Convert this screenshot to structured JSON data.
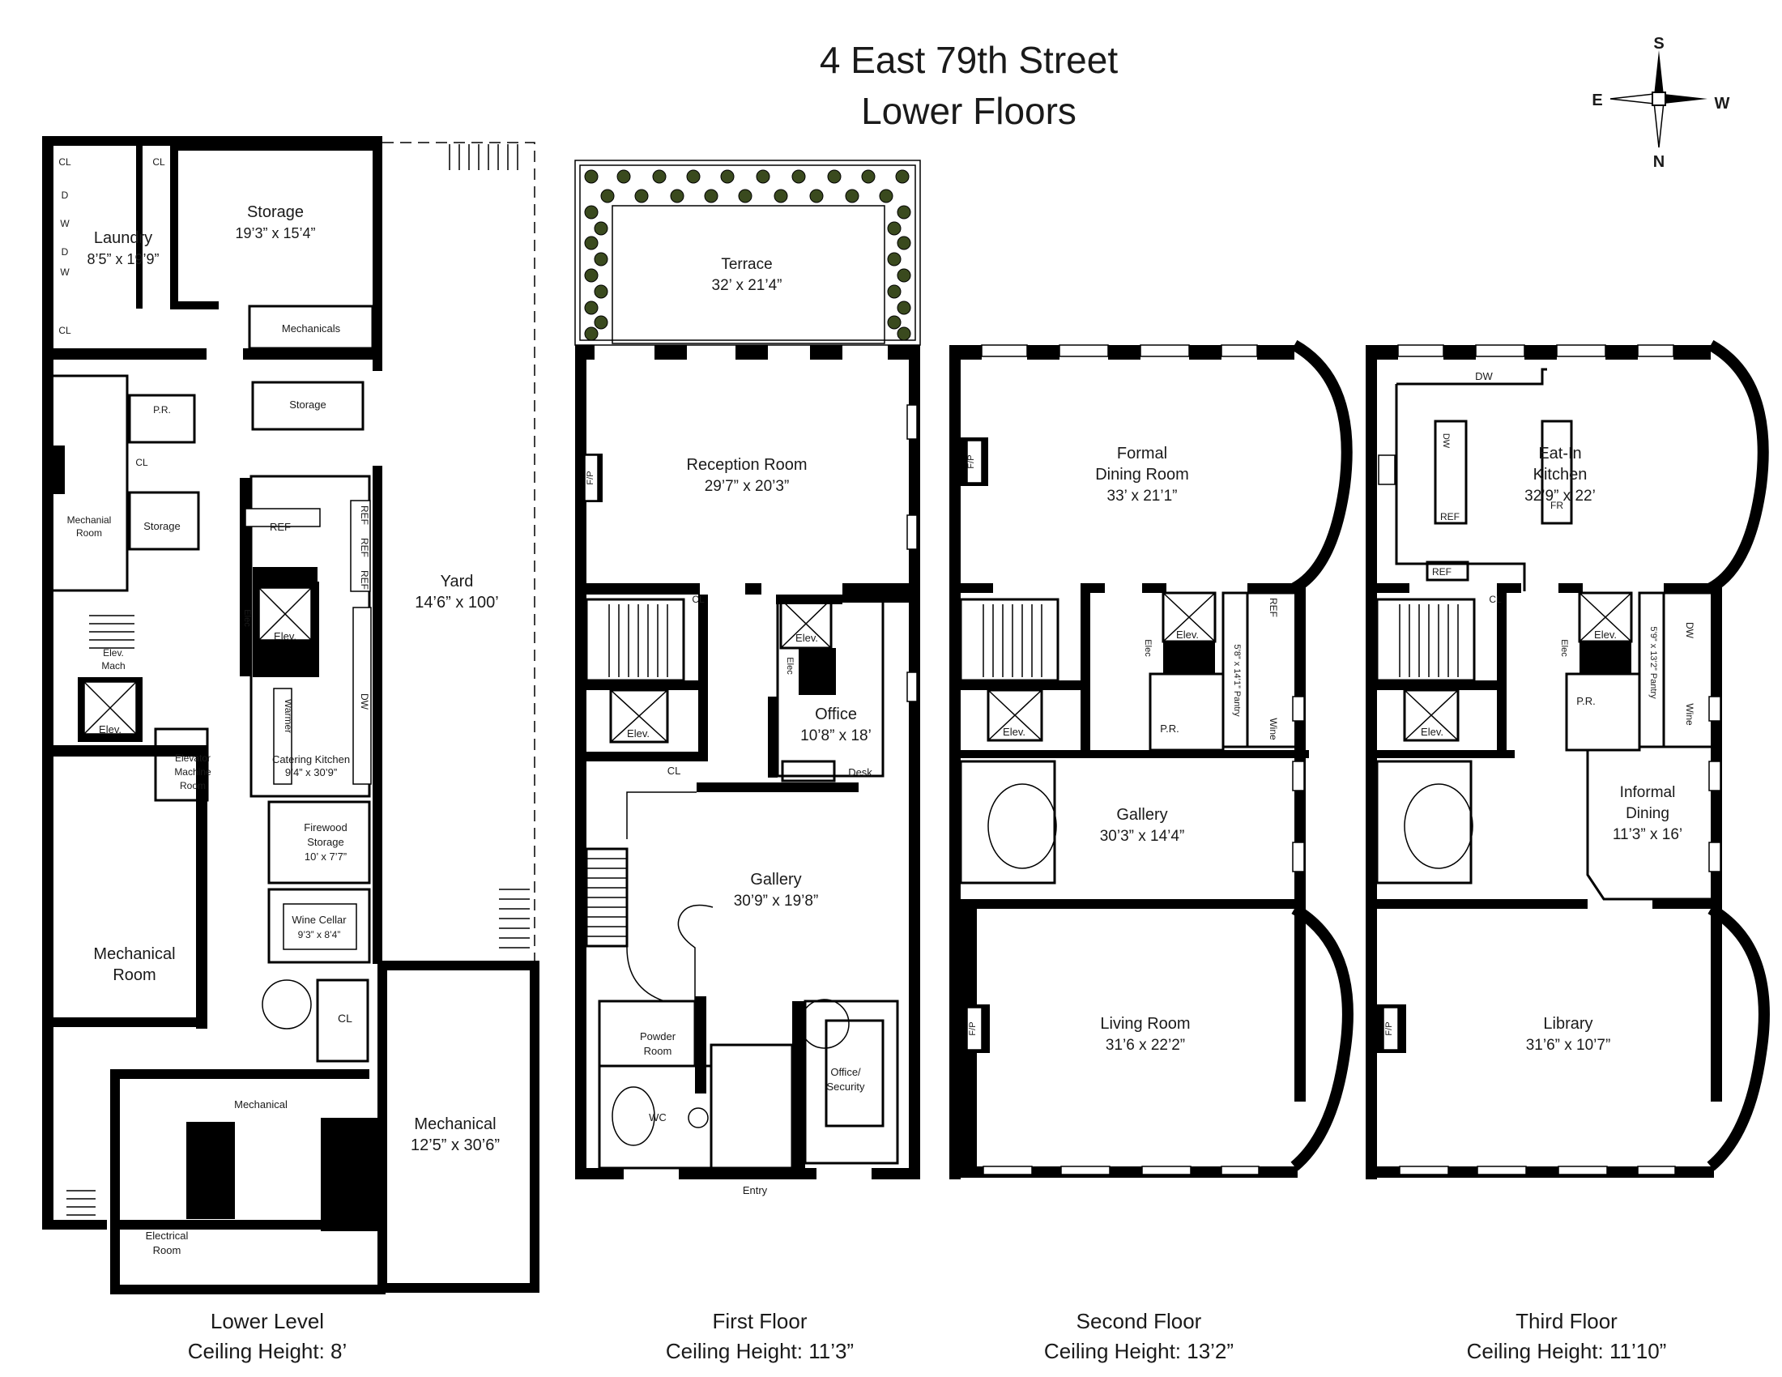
{
  "header": {
    "title_line1": "4 East 79th Street",
    "title_line2": "Lower Floors"
  },
  "compass": {
    "n": "N",
    "s": "S",
    "e": "E",
    "w": "W"
  },
  "lower": {
    "caption": "Lower Level",
    "ceiling": "Ceiling Height: 8’",
    "laundry": "Laundry",
    "laundry_dim": "8’5” x 19’9”",
    "storage": "Storage",
    "storage_dim": "19’3” x 15’4”",
    "mechanicals": "Mechanicals",
    "storage2": "Storage",
    "pr": "P.R.",
    "cl": "CL",
    "mech_room_small_1": "Mechanial",
    "mech_room_small_2": "Room",
    "storage3": "Storage",
    "ref": "REF",
    "elec": "Elec",
    "elev": "Elev.",
    "elev_mach_1": "Elev.",
    "elev_mach_2": "Mach",
    "elevator_machine_1": "Elevator",
    "elevator_machine_2": "Machine",
    "elevator_machine_3": "Room",
    "warmer": "Warmer",
    "dw": "DW",
    "catering": "Catering Kitchen",
    "catering_dim": "9’4” x 30’9”",
    "firewood_1": "Firewood",
    "firewood_2": "Storage",
    "firewood_dim": "10’ x 7’7”",
    "wine_cellar": "Wine Cellar",
    "wine_dim": "9’3” x 8’4”",
    "mech_room_1": "Mechanical",
    "mech_room_2": "Room",
    "mechanical_small": "Mechanical",
    "electrical_1": "Electrical",
    "electrical_2": "Room",
    "yard": "Yard",
    "yard_dim": "14’6” x 100’",
    "mechanical_big": "Mechanical",
    "mechanical_big_dim": "12’5” x 30’6”",
    "w": "W",
    "d": "D"
  },
  "first": {
    "caption": "First Floor",
    "ceiling": "Ceiling Height: 11’3”",
    "terrace": "Terrace",
    "terrace_dim": "32’ x 21’4”",
    "reception": "Reception Room",
    "reception_dim": "29’7” x 20’3”",
    "fp": "F/P",
    "cl": "CL",
    "elev": "Elev.",
    "elec": "Elec",
    "office": "Office",
    "office_dim": "10’8” x 18’",
    "desk": "Desk",
    "gallery": "Gallery",
    "gallery_dim": "30’9” x 19’8”",
    "powder_1": "Powder",
    "powder_2": "Room",
    "wc": "WC",
    "office_sec_1": "Office/",
    "office_sec_2": "Security",
    "entry": "Entry"
  },
  "second": {
    "caption": "Second Floor",
    "ceiling": "Ceiling Height: 13’2”",
    "dining_1": "Formal",
    "dining_2": "Dining Room",
    "dining_dim": "33’ x 21’1”",
    "fp": "F/P",
    "elev": "Elev.",
    "elec": "Elec",
    "ref": "REF",
    "pantry": "5’8” x 14’1” Pantry",
    "wine": "Wine",
    "pr": "P.R.",
    "gallery": "Gallery",
    "gallery_dim": "30’3” x 14’4”",
    "living": "Living Room",
    "living_dim": "31’6 x 22’2”"
  },
  "third": {
    "caption": "Third Floor",
    "ceiling": "Ceiling Height: 11’10”",
    "kitchen_1": "Eat-In",
    "kitchen_2": "Kitchen",
    "kitchen_dim": "32’9” x 22’",
    "dw": "DW",
    "ref": "REF",
    "fr": "FR",
    "cl": "CL",
    "elev": "Elev.",
    "elec": "Elec",
    "pantry": "5’9” x 13’2” Pantry",
    "wine": "Wine",
    "pr": "P.R.",
    "informal_1": "Informal",
    "informal_2": "Dining",
    "informal_dim": "11’3” x 16’",
    "fp": "F/P",
    "library": "Library",
    "library_dim": "31’6” x 10’7”"
  }
}
